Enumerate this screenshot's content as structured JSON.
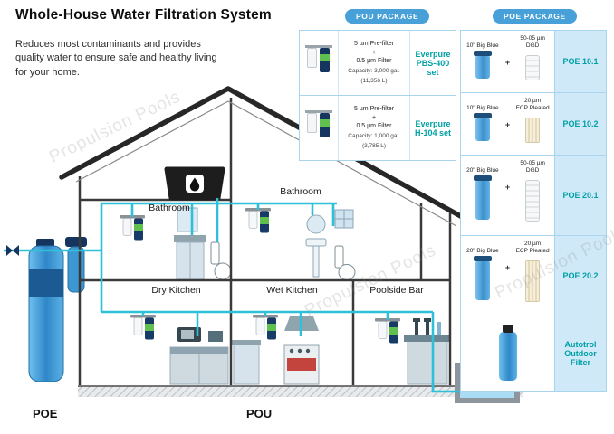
{
  "title": "Whole-House Water Filtration System",
  "subtitle": "Reduces most contaminants and provides quality water to ensure safe and healthy living for your home.",
  "watermark": "Propulsion Pools",
  "pou_package": {
    "badge": "POU PACKAGE",
    "rows": [
      {
        "filter_line1": "5 µm Pre-filter",
        "plus": "+",
        "filter_line2": "0.5 µm Filter",
        "capacity": "Capacity: 3,000 gal.",
        "capacity_liters": "(11,356 L)",
        "name": "Everpure PBS-400 set"
      },
      {
        "filter_line1": "5 µm Pre-filter",
        "plus": "+",
        "filter_line2": "0.5 µm Filter",
        "capacity": "Capacity: 1,000 gal.",
        "capacity_liters": "(3,785 L)",
        "name": "Everpure H-104 set"
      }
    ]
  },
  "poe_package": {
    "badge": "POE PACKAGE",
    "rows": [
      {
        "housing": "10\" Big Blue",
        "plus": "+",
        "cartridge_line1": "50-05 µm",
        "cartridge_line2": "DGD",
        "name": "POE 10.1"
      },
      {
        "housing": "10\" Big Blue",
        "plus": "+",
        "cartridge_line1": "20 µm",
        "cartridge_line2": "ECP Pleated",
        "name": "POE 10.2"
      },
      {
        "housing": "20\" Big Blue",
        "plus": "+",
        "cartridge_line1": "50-05 µm",
        "cartridge_line2": "DGD",
        "name": "POE 20.1"
      },
      {
        "housing": "20\" Big Blue",
        "plus": "+",
        "cartridge_line1": "20 µm",
        "cartridge_line2": "ECP Pleated",
        "name": "POE 20.2"
      }
    ],
    "autotrol_name": "Autotrol Outdoor Filter"
  },
  "rooms": {
    "bathroom_upper_left": "Bathroom",
    "bathroom_upper_right": "Bathroom",
    "dry_kitchen": "Dry Kitchen",
    "wet_kitchen": "Wet Kitchen",
    "poolside_bar": "Poolside Bar"
  },
  "floor_labels": {
    "poe": "POE",
    "pou": "POU"
  },
  "colors": {
    "badge_blue": "#47a1d8",
    "teal_text": "#00a0a6",
    "pipe_cyan": "#2fc0d8",
    "package_cell_bg": "#cfe9f8",
    "tank_blue": "#3d97d3"
  }
}
